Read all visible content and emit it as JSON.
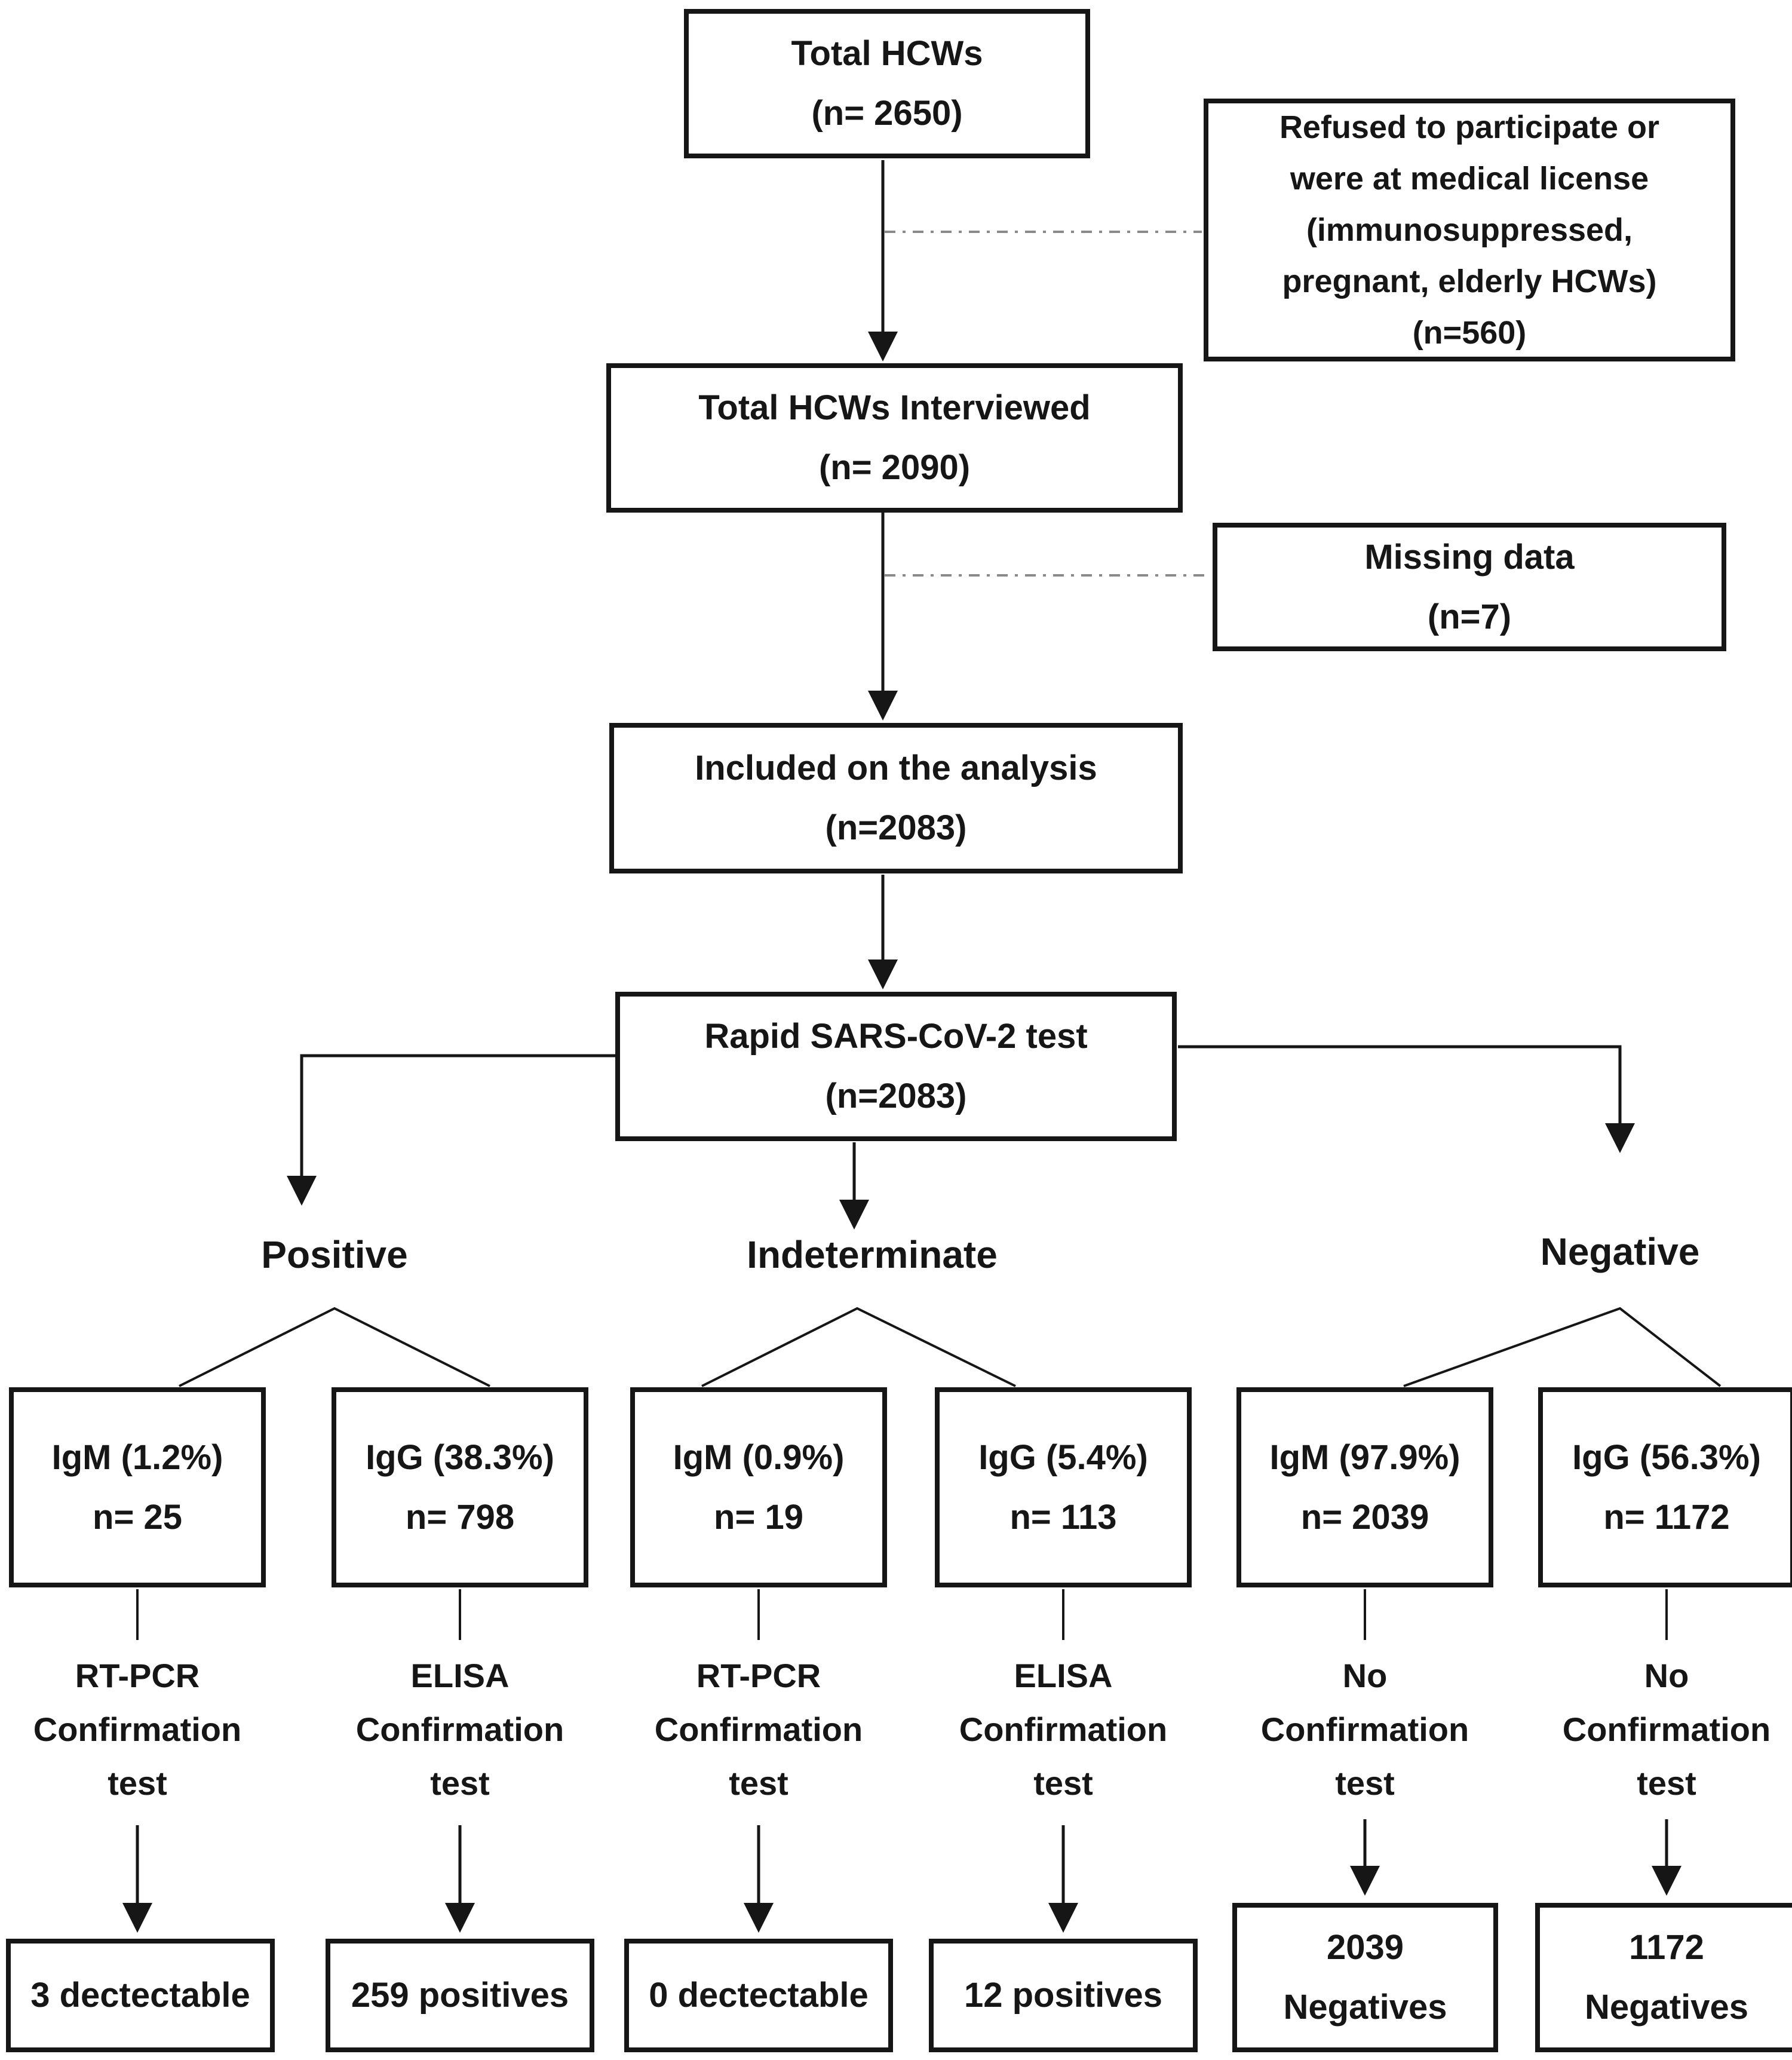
{
  "nodes": {
    "total_hcws": {
      "text": "Total HCWs\n(n= 2650)"
    },
    "refused": {
      "text": "Refused to participate or\nwere at medical license\n(immunosuppressed,\npregnant, elderly HCWs)\n(n=560)"
    },
    "interviewed": {
      "text": "Total HCWs Interviewed\n(n= 2090)"
    },
    "missing_data": {
      "text": "Missing data\n(n=7)"
    },
    "included": {
      "text": "Included on the analysis\n(n=2083)"
    },
    "rapid_test": {
      "text": "Rapid SARS-CoV-2 test\n(n=2083)"
    },
    "branch_positive": {
      "label": "Positive"
    },
    "branch_indeterminate": {
      "label": "Indeterminate"
    },
    "branch_negative": {
      "label": "Negative"
    },
    "positive_igm": {
      "text": "IgM (1.2%)\nn= 25"
    },
    "positive_igg": {
      "text": "IgG (38.3%)\nn= 798"
    },
    "indeterminate_igm": {
      "text": "IgM (0.9%)\nn= 19"
    },
    "indeterminate_igg": {
      "text": "IgG (5.4%)\nn= 113"
    },
    "negative_igm": {
      "text": "IgM (97.9%)\nn= 2039"
    },
    "negative_igg": {
      "text": "IgG (56.3%)\nn= 1172"
    },
    "positive_igm_confirm": {
      "text": "RT-PCR\nConfirmation\ntest"
    },
    "positive_igg_confirm": {
      "text": "ELISA\nConfirmation\ntest"
    },
    "indeterminate_igm_confirm": {
      "text": "RT-PCR\nConfirmation\ntest"
    },
    "indeterminate_igg_confirm": {
      "text": "ELISA\nConfirmation\ntest"
    },
    "negative_igm_confirm": {
      "text": "No\nConfirmation\ntest"
    },
    "negative_igg_confirm": {
      "text": "No\nConfirmation\ntest"
    },
    "positive_igm_outcome": {
      "text": "3 dectectable"
    },
    "positive_igg_outcome": {
      "text": "259 positives"
    },
    "indeterminate_igm_outcome": {
      "text": "0 dectectable"
    },
    "indeterminate_igg_outcome": {
      "text": "12 positives"
    },
    "negative_igm_outcome": {
      "text": "2039\nNegatives"
    },
    "negative_igg_outcome": {
      "text": "1172\nNegatives"
    }
  },
  "colors": {
    "ink": "#161616",
    "dashed_line": "#8a8a8a",
    "background": "#ffffff"
  }
}
